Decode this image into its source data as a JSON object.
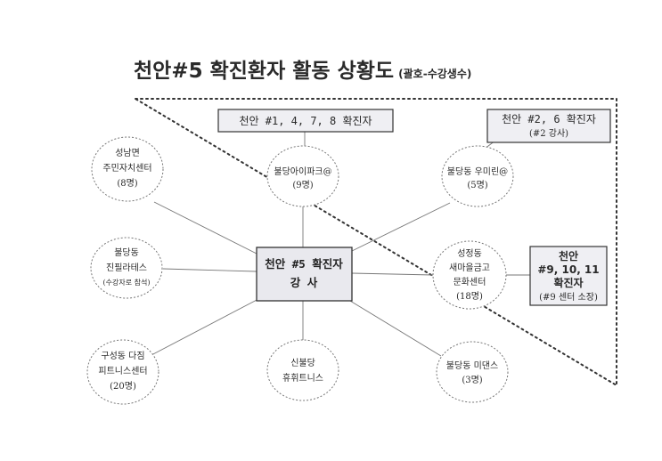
{
  "title": {
    "main": "천안#5 확진환자 활동 상황도",
    "sub": "(괄호-수강생수)"
  },
  "center": {
    "lines": [
      "천안 #5 확진자",
      "강 사"
    ]
  },
  "boxes": {
    "top": {
      "lines": [
        "천안 #1, 4, 7, 8 확진자"
      ]
    },
    "top_right": {
      "lines": [
        "천안 #2, 6 확진자",
        "(#2 강사)"
      ]
    },
    "right": {
      "lines": [
        "천안",
        "#9, 10, 11",
        "확진자",
        "(#9 센터 소장)"
      ]
    }
  },
  "nodes": {
    "seongnam": {
      "lines": [
        "성남면",
        "주민자치센터",
        "(8명)"
      ]
    },
    "pilates": {
      "lines": [
        "불당동",
        "진필라테스",
        "(수강자로 참석)"
      ]
    },
    "guseong": {
      "lines": [
        "구성동 다짐",
        "피트니스센터",
        "(20명)"
      ]
    },
    "sinbuldang": {
      "lines": [
        "신불당",
        "휴휘트니스"
      ]
    },
    "midance": {
      "lines": [
        "불당동 미댄스",
        "(3명)"
      ]
    },
    "saemaeul": {
      "lines": [
        "성정동",
        "새마을금고",
        "문화센터",
        "(18명)"
      ]
    },
    "umirin": {
      "lines": [
        "불당동 우미린@",
        "(5명)"
      ]
    },
    "ipark": {
      "lines": [
        "불당아이파크@",
        "(9명)"
      ]
    }
  }
}
